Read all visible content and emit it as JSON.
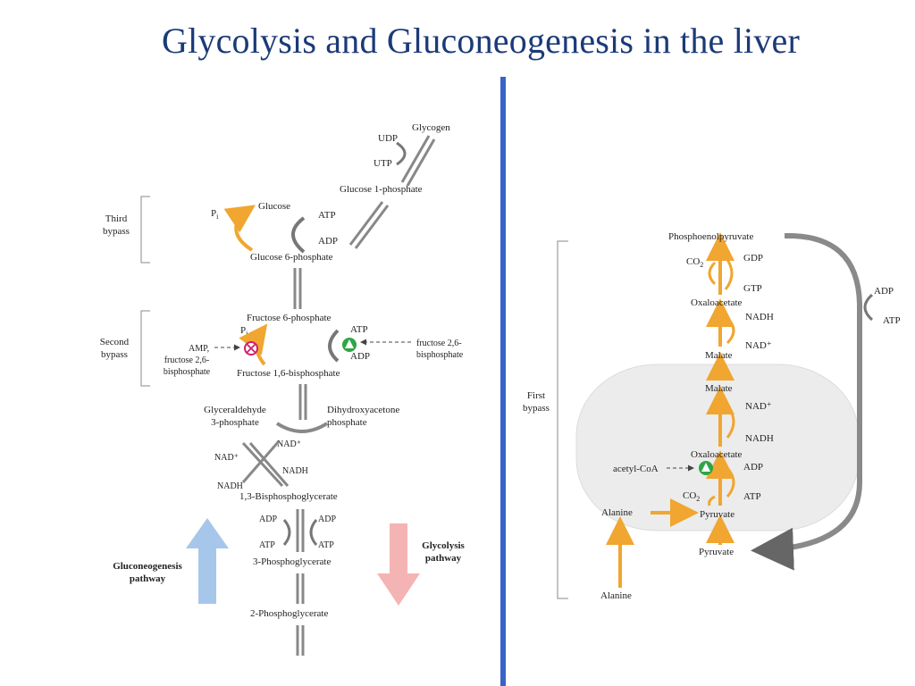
{
  "title": "Glycolysis and Gluconeogenesis in the liver",
  "colors": {
    "title": "#1b3a78",
    "divider": "#3a63c9",
    "orange": "#f0a630",
    "green": "#2fa544",
    "magenta": "#d0206a",
    "gluconeogenesis_arrow": "#a7c7ea",
    "glycolysis_arrow": "#f5b4b4",
    "mitochondrion": "#ececec"
  },
  "left": {
    "glycogen": "Glycogen",
    "udp": "UDP",
    "utp": "UTP",
    "glucose_1_phosphate": "Glucose 1-phosphate",
    "third_bypass": [
      "Third",
      "bypass"
    ],
    "pi_1": "P",
    "pi_1_sub": "i",
    "glucose": "Glucose",
    "atp_1": "ATP",
    "adp_1": "ADP",
    "glucose_6_phosphate": "Glucose 6-phosphate",
    "fructose_6_phosphate": "Fructose 6-phosphate",
    "second_bypass": [
      "Second",
      "bypass"
    ],
    "pi_2": "P",
    "pi_2_sub": "i",
    "atp_2": "ATP",
    "adp_2": "ADP",
    "amp_label": "AMP,",
    "amp_lines": [
      "fructose 2,6-",
      "bisphosphate"
    ],
    "f26bp_right": [
      "fructose 2,6-",
      "bisphosphate"
    ],
    "fructose_16_bisphosphate": "Fructose 1,6-bisphosphate",
    "glyceraldehyde": [
      "Glyceraldehyde",
      "3-phosphate"
    ],
    "dihydroxyacetone": [
      "Dihydroxyacetone",
      "phosphate"
    ],
    "nad_plus_1": "NAD⁺",
    "nad_plus_2": "NAD⁺",
    "nadh_1": "NADH",
    "nadh_2": "NADH",
    "bpg_13": "1,3-Bisphosphoglycerate",
    "adp_3": "ADP",
    "adp_4": "ADP",
    "atp_3": "ATP",
    "atp_4": "ATP",
    "pg_3": "3-Phosphoglycerate",
    "pg_2": "2-Phosphoglycerate",
    "gluconeogenesis_pathway": [
      "Gluconeogenesis",
      "pathway"
    ],
    "glycolysis_pathway": [
      "Glycolysis",
      "pathway"
    ]
  },
  "right": {
    "pep": "Phosphoenolpyruvate",
    "co2_1": "CO",
    "co2_1_sub": "2",
    "gdp": "GDP",
    "gtp": "GTP",
    "oxaloacetate_1": "Oxaloacetate",
    "nadh_1": "NADH",
    "nad_plus_1": "NAD⁺",
    "malate_1": "Malate",
    "malate_2": "Malate",
    "nad_plus_2": "NAD⁺",
    "nadh_2": "NADH",
    "oxaloacetate_2": "Oxaloacetate",
    "acetyl_coa": "acetyl-CoA",
    "adp_1": "ADP",
    "co2_2": "CO",
    "co2_2_sub": "2",
    "atp_1": "ATP",
    "alanine_1": "Alanine",
    "pyruvate_1": "Pyruvate",
    "pyruvate_2": "Pyruvate",
    "alanine_2": "Alanine",
    "first_bypass": [
      "First",
      "bypass"
    ],
    "adp_2": "ADP",
    "atp_2": "ATP"
  }
}
